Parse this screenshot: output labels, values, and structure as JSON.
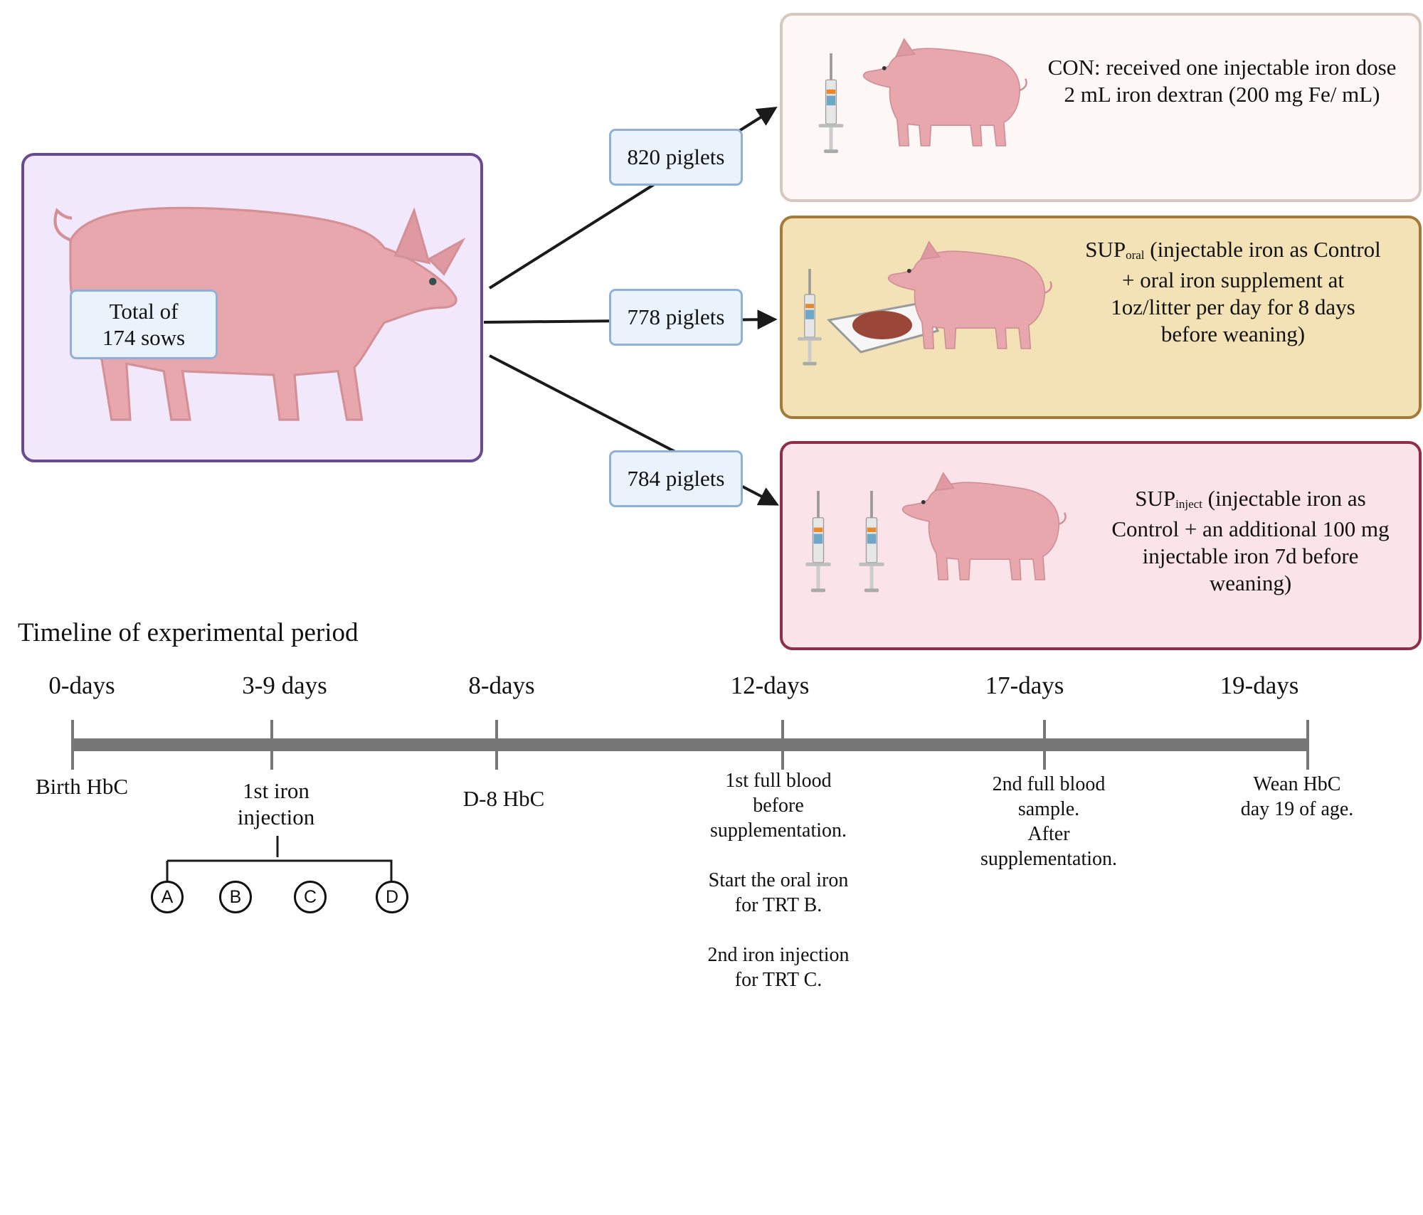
{
  "sows": {
    "label_line1": "Total of",
    "label_line2": "174 sows"
  },
  "groups": [
    {
      "count": "820 piglets",
      "text": "CON: received one injectable iron dose 2 mL iron dextran (200 mg Fe/ mL)",
      "border": "#d8c6c0",
      "fill": "#fdf8f6"
    },
    {
      "prefix": "SUP",
      "sub": "oral",
      "count": "778 piglets",
      "text": "(injectable iron as Control + oral iron supplement at 1oz/litter per day for 8 days before weaning)",
      "border": "#a57a38",
      "fill": "#f2e2b5"
    },
    {
      "prefix": "SUP",
      "sub": "inject",
      "count": "784 piglets",
      "text": "(injectable iron as Control + an additional 100 mg injectable iron 7d before weaning)",
      "border": "#8f2e48",
      "fill": "#fae4ea"
    }
  ],
  "colors": {
    "sow_panel_fill": "#f1e9fb",
    "sow_panel_border": "#6a4a8e",
    "count_fill": "#eaf2fc",
    "count_border": "#8fb0d8",
    "pig": "#e8a7ad",
    "timeline_bar": "#777777"
  },
  "timeline": {
    "title": "Timeline of experimental period",
    "days": [
      {
        "label": "0-days",
        "note": "Birth HbC"
      },
      {
        "label": "3-9 days",
        "note": "1st iron\ninjection"
      },
      {
        "label": "8-days",
        "note": "D-8 HbC"
      },
      {
        "label": "12-days",
        "note": "1st full blood\nbefore\nsupplementation.\n\nStart the oral iron\nfor TRT B.\n\n2nd iron injection\nfor TRT C."
      },
      {
        "label": "17-days",
        "note": "2nd full blood\nsample.\nAfter\nsupplementation."
      },
      {
        "label": "19-days",
        "note": "Wean HbC\nday 19 of age."
      }
    ],
    "treatments": [
      "A",
      "B",
      "C",
      "D"
    ]
  }
}
